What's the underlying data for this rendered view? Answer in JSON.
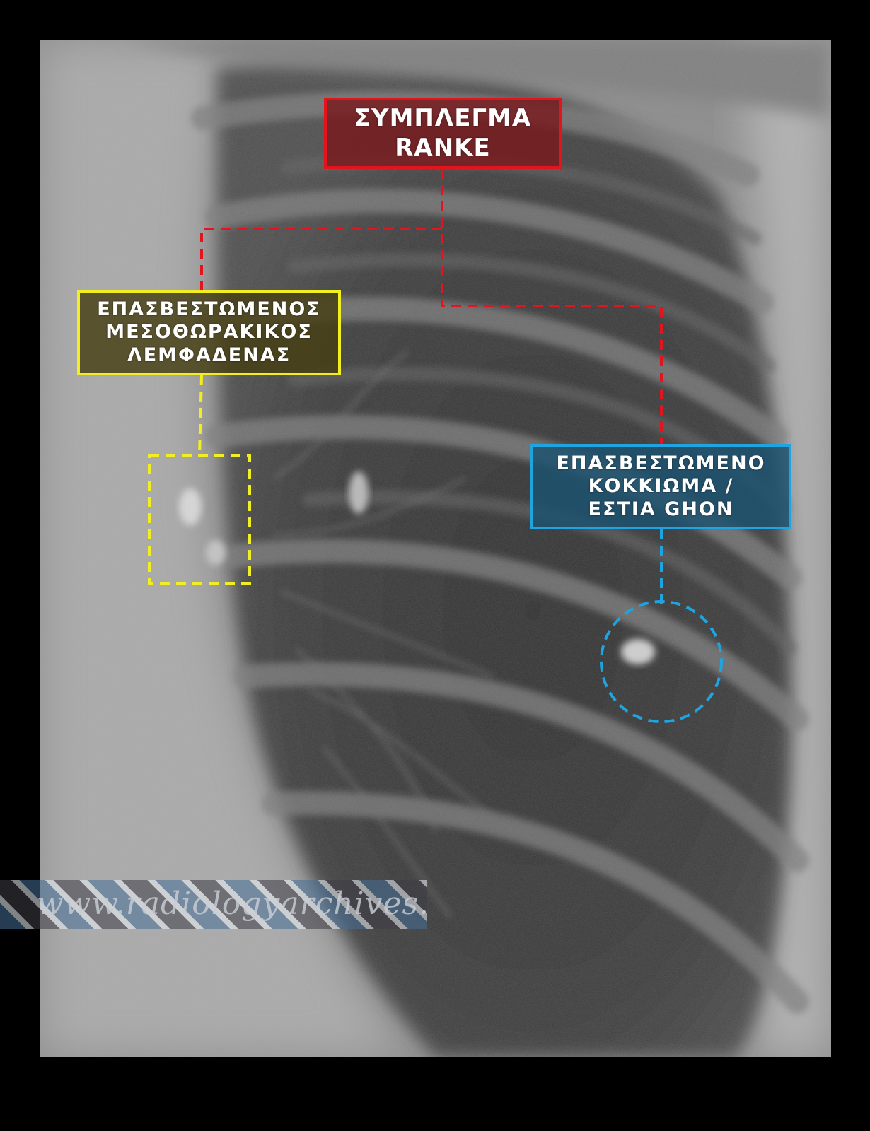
{
  "labels": {
    "ranke": {
      "line1": "ΣΥΜΠΛΕΓΜΑ",
      "line2": "RANKE",
      "color": "#e3141b"
    },
    "lymph_node": {
      "line1": "ΕΠΑΣΒΕΣΤΩΜΕΝΟΣ",
      "line2": "ΜΕΣΟΘΩΡΑΚΙΚΟΣ",
      "line3": "ΛΕΜΦΑΔΕΝΑΣ",
      "color": "#f3ee1f"
    },
    "ghon": {
      "line1": "ΕΠΑΣΒΕΣΤΩΜΕΝΟ",
      "line2": "ΚΟΚΚΙΩΜΑ  /",
      "line3": "ΕΣΤΙΑ GHON",
      "color": "#1ea4e1"
    }
  },
  "watermark": {
    "text": "www.radiologyarchives.com"
  }
}
